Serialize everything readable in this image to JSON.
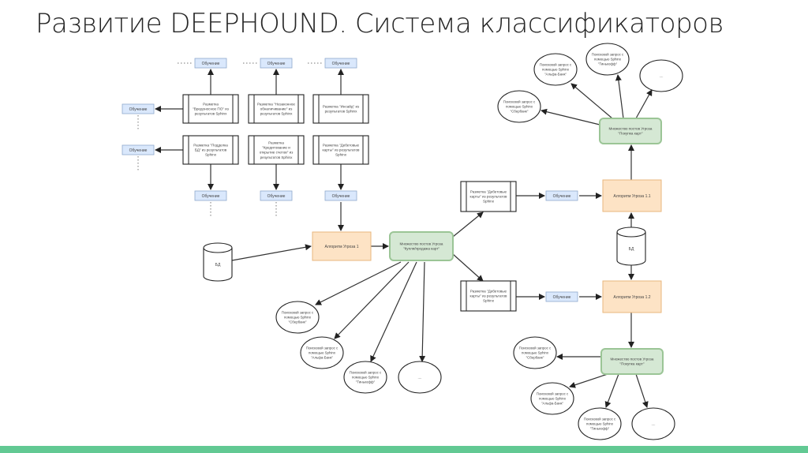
{
  "slide": {
    "title": "Развитие DEEPHOUND. Система классификаторов",
    "accent_color": "#62c993"
  },
  "diagram": {
    "training_label": "Обучение",
    "db_label": "БД",
    "ellipsis": "....",
    "markup_top": [
      [
        "Разметка",
        "\"Вредоносное ПО\" из",
        "результатов Sphinx"
      ],
      [
        "Разметка \"Незаконное",
        "обналичивание\" из",
        "результатов Sphinx"
      ],
      [
        "Разметка \"Инсайд\" из",
        "результатов Sphinx"
      ]
    ],
    "markup_mid": [
      [
        "Разметка \"Подделка",
        "БД\" из результатов",
        "Sphinx"
      ],
      [
        "Разметка",
        "\"Кредитование и",
        "открытие счетов\" из",
        "результатов Sphinx"
      ],
      [
        "Разметка \"Дебетовые",
        "карты\" из результатов",
        "Sphinx"
      ]
    ],
    "markup_right": [
      [
        "Разметка \"Дебетовые",
        "карты\" из результатов",
        "Sphinx"
      ],
      [
        "Разметка \"Дебетовые",
        "карты\" из результатов",
        "Sphinx"
      ]
    ],
    "algorithms": {
      "level1": "Алгоритм Угроза 1",
      "level11": "Алгоритм Угроза 1.1",
      "level12": "Алгоритм Угроза 1.2"
    },
    "post_sets": {
      "main": [
        "Множество постов Угроза",
        "\"Купля/продажа карт\""
      ],
      "top": [
        "Множество постов Угроза",
        "\"Покупка карт\""
      ],
      "bottom": [
        "Множество постов Угроза",
        "\"Покупка карт\""
      ]
    },
    "queries": {
      "sber": [
        "Поисковой запрос с",
        "помощью Sphinx",
        "\"Сбербанк\""
      ],
      "alfa": [
        "Поисковой запрос с",
        "помощью Sphinx",
        "\"Альфа-Банк\""
      ],
      "tinkoff": [
        "Поисковой запрос с",
        "помощью Sphinx",
        "\"Тинькофф\""
      ]
    }
  }
}
